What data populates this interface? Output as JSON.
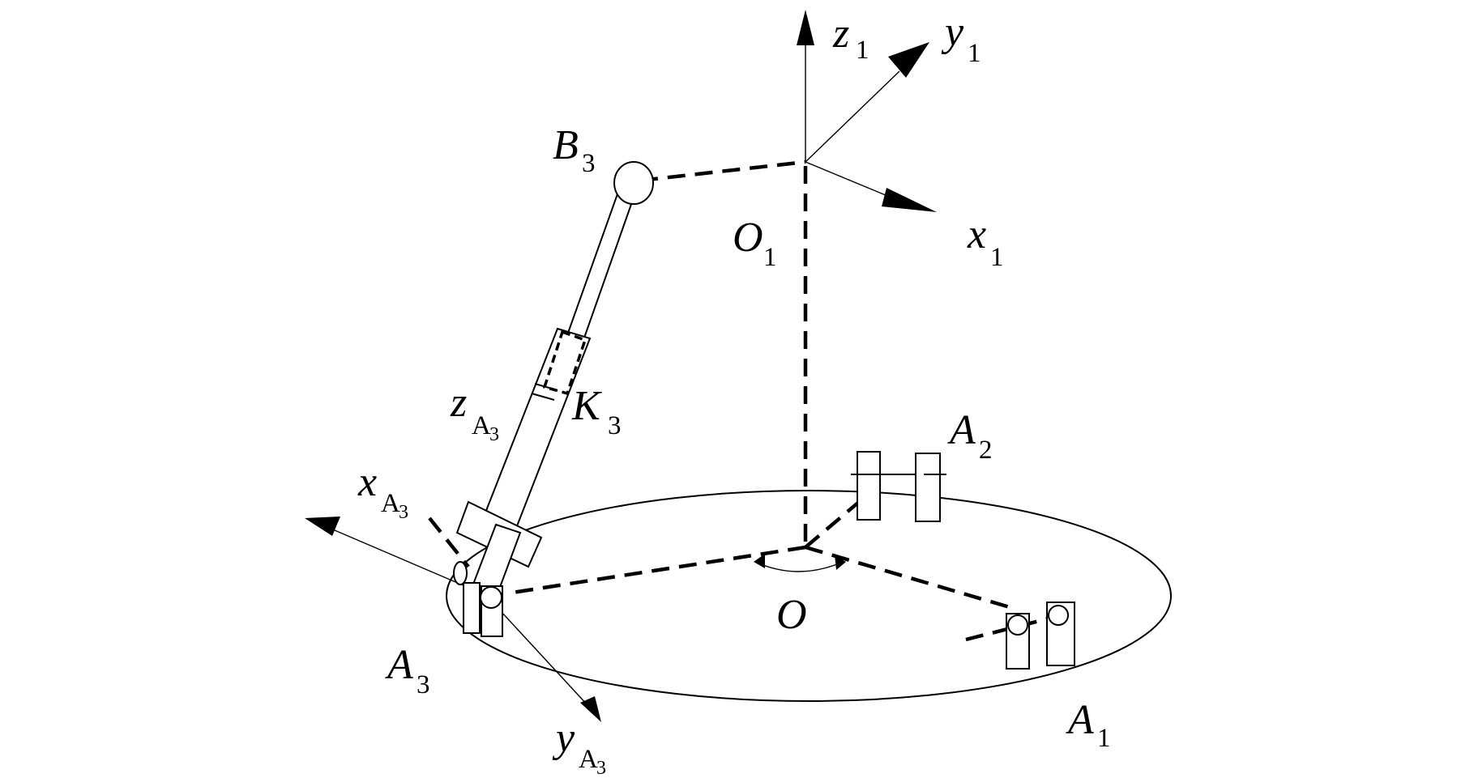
{
  "labels": {
    "z1": {
      "main": "z",
      "sub": "1"
    },
    "y1": {
      "main": "y",
      "sub": "1"
    },
    "x1": {
      "main": "x",
      "sub": "1"
    },
    "O1": {
      "main": "O",
      "sub": "1"
    },
    "B3": {
      "main": "B",
      "sub": "3"
    },
    "K3": {
      "main": "K",
      "sub": "3"
    },
    "zA3": {
      "main": "z",
      "sub": "A",
      "subsub": "3"
    },
    "xA3": {
      "main": "x",
      "sub": "A",
      "subsub": "3"
    },
    "yA3": {
      "main": "y",
      "sub": "A",
      "subsub": "3"
    },
    "A3": {
      "main": "A",
      "sub": "3"
    },
    "A2": {
      "main": "A",
      "sub": "2"
    },
    "A1": {
      "main": "A",
      "sub": "1"
    },
    "O": {
      "main": "O"
    }
  },
  "colors": {
    "ink": "#000000",
    "background": "#ffffff"
  }
}
